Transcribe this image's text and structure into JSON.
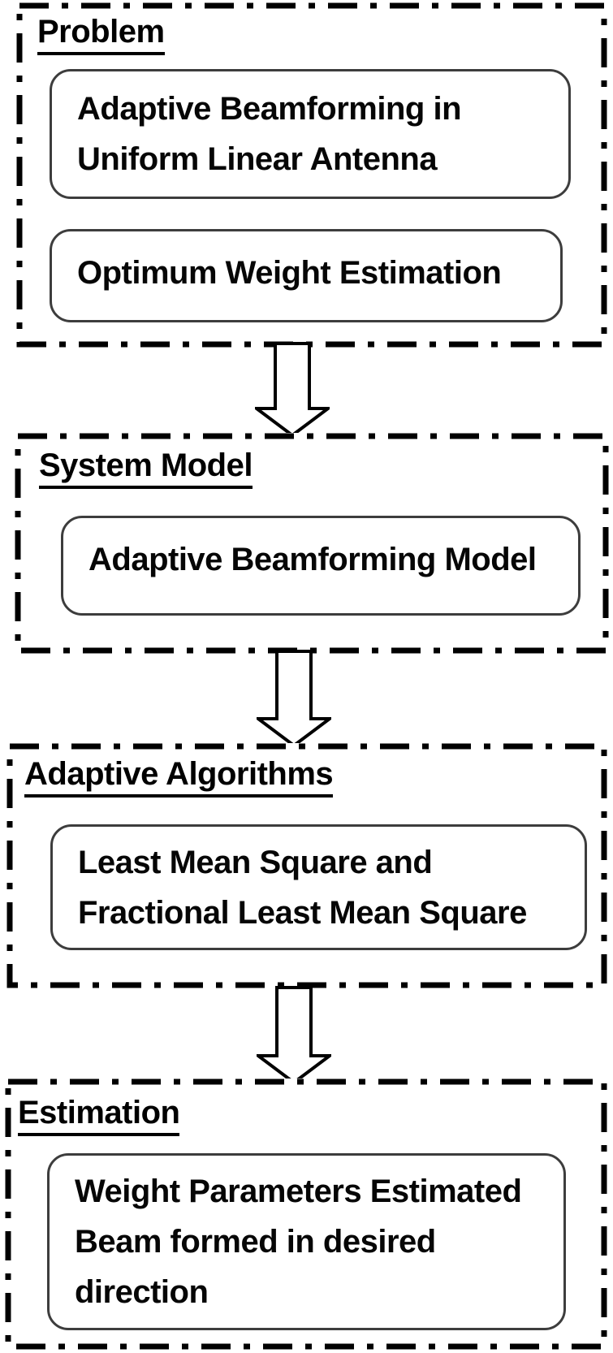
{
  "diagram": {
    "type": "flowchart",
    "direction": "top-down",
    "colors": {
      "background": "#ffffff",
      "panel_border": "#000000",
      "node_border": "#3d3d3d",
      "text": "#000000"
    },
    "sections": [
      {
        "title": "Problem",
        "boxes": [
          {
            "label": "Adaptive Beamforming in\nUniform Linear Antenna"
          },
          {
            "label": "Optimum Weight Estimation"
          }
        ]
      },
      {
        "title": "System Model",
        "boxes": [
          {
            "label": "Adaptive Beamforming Model"
          }
        ]
      },
      {
        "title": "Adaptive Algorithms",
        "boxes": [
          {
            "label": "Least Mean Square and\nFractional Least Mean Square"
          }
        ]
      },
      {
        "title": "Estimation",
        "boxes": [
          {
            "label": "Weight Parameters Estimated\nBeam formed in desired\ndirection"
          }
        ]
      }
    ],
    "connectors": [
      {
        "from": "Problem",
        "to": "System Model",
        "shape": "hollow-down-arrow"
      },
      {
        "from": "System Model",
        "to": "Adaptive Algorithms",
        "shape": "hollow-down-arrow"
      },
      {
        "from": "Adaptive Algorithms",
        "to": "Estimation",
        "shape": "hollow-down-arrow"
      }
    ]
  }
}
